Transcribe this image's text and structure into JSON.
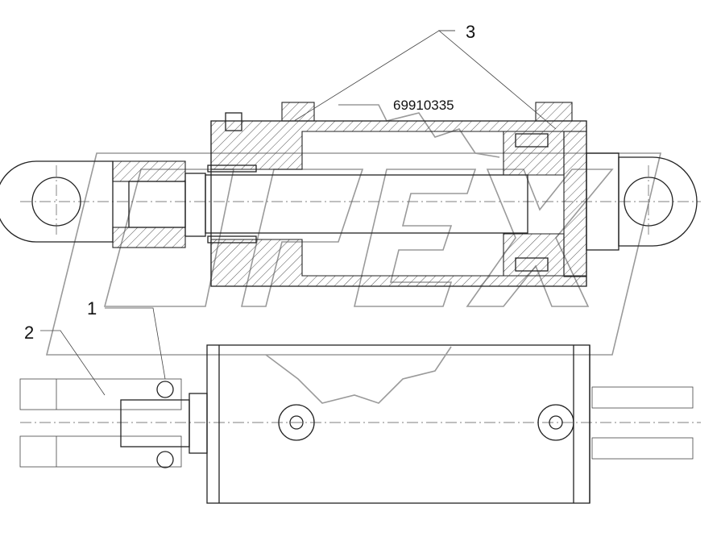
{
  "drawing": {
    "part_number": "69910335",
    "callouts": [
      "1",
      "2",
      "3"
    ],
    "watermark": "OPEX"
  }
}
